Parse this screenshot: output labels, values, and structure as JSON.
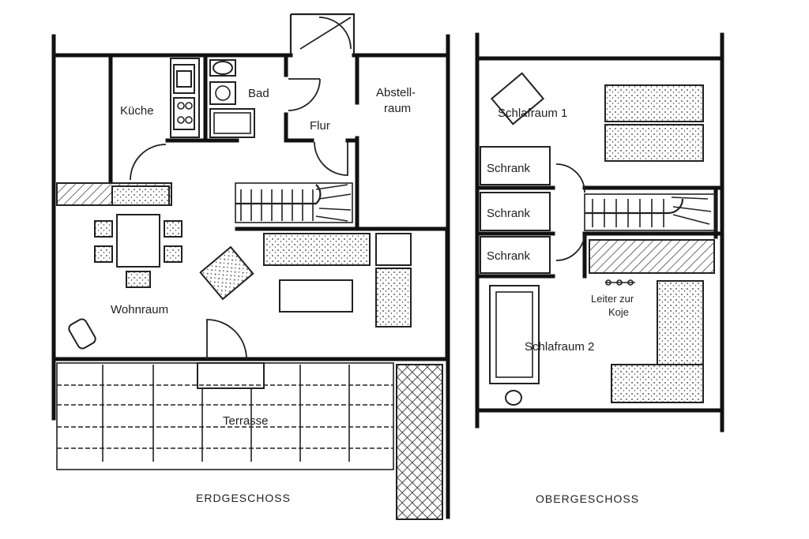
{
  "ground_floor": {
    "title": "ERDGESCHOSS",
    "rooms": {
      "kitchen": "Küche",
      "bath": "Bad",
      "hall": "Flur",
      "storage_line1": "Abstell-",
      "storage_line2": "raum",
      "living": "Wohnraum",
      "terrace": "Terrasse"
    }
  },
  "upper_floor": {
    "title": "OBERGESCHOSS",
    "rooms": {
      "bedroom1": "Schlafraum 1",
      "bedroom2": "Schlafraum 2",
      "wardrobe1": "Schrank",
      "wardrobe2": "Schrank",
      "wardrobe3": "Schrank",
      "ladder_line1": "Leiter zur",
      "ladder_line2": "Koje"
    }
  }
}
